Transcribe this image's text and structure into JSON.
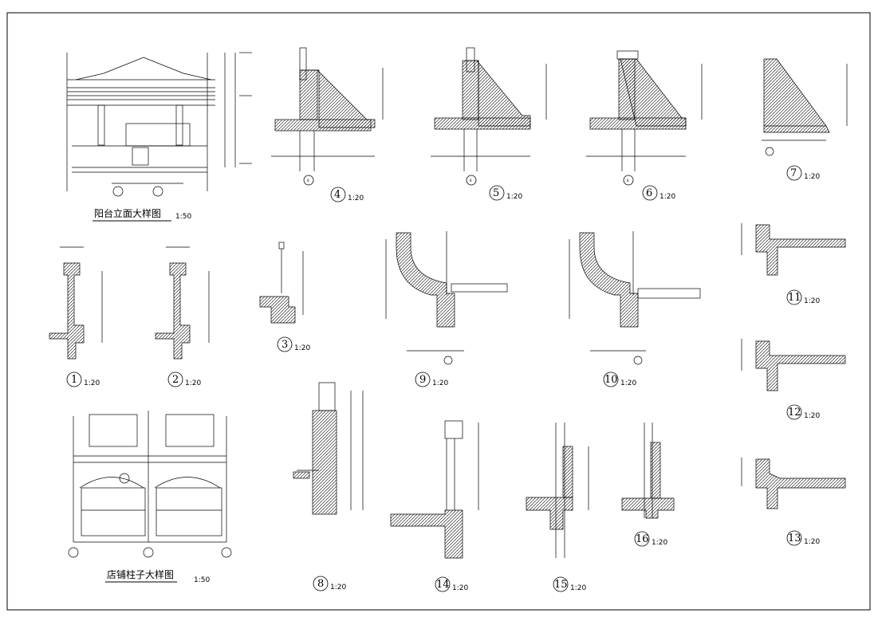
{
  "sheet": {
    "titles": {
      "balcony_elevation": "阳台立面大样图",
      "balcony_scale": "1:50",
      "shop_column": "店铺柱子大样图",
      "shop_scale": "1:50"
    },
    "details": [
      {
        "num": "4",
        "scale": "1:20"
      },
      {
        "num": "5",
        "scale": "1:20"
      },
      {
        "num": "6",
        "scale": "1:20"
      },
      {
        "num": "7",
        "scale": "1:20"
      },
      {
        "num": "1",
        "scale": "1:20"
      },
      {
        "num": "2",
        "scale": "1:20"
      },
      {
        "num": "3",
        "scale": "1:20"
      },
      {
        "num": "9",
        "scale": "1:20"
      },
      {
        "num": "10",
        "scale": "1:20"
      },
      {
        "num": "11",
        "scale": "1:20"
      },
      {
        "num": "12",
        "scale": "1:20"
      },
      {
        "num": "13",
        "scale": "1:20"
      },
      {
        "num": "8",
        "scale": "1:20"
      },
      {
        "num": "14",
        "scale": "1:20"
      },
      {
        "num": "15",
        "scale": "1:20"
      },
      {
        "num": "16",
        "scale": "1:20"
      }
    ],
    "axis_marks": [
      "8",
      "8",
      "8"
    ],
    "colors": {
      "line": "#000000",
      "background": "#ffffff"
    }
  }
}
